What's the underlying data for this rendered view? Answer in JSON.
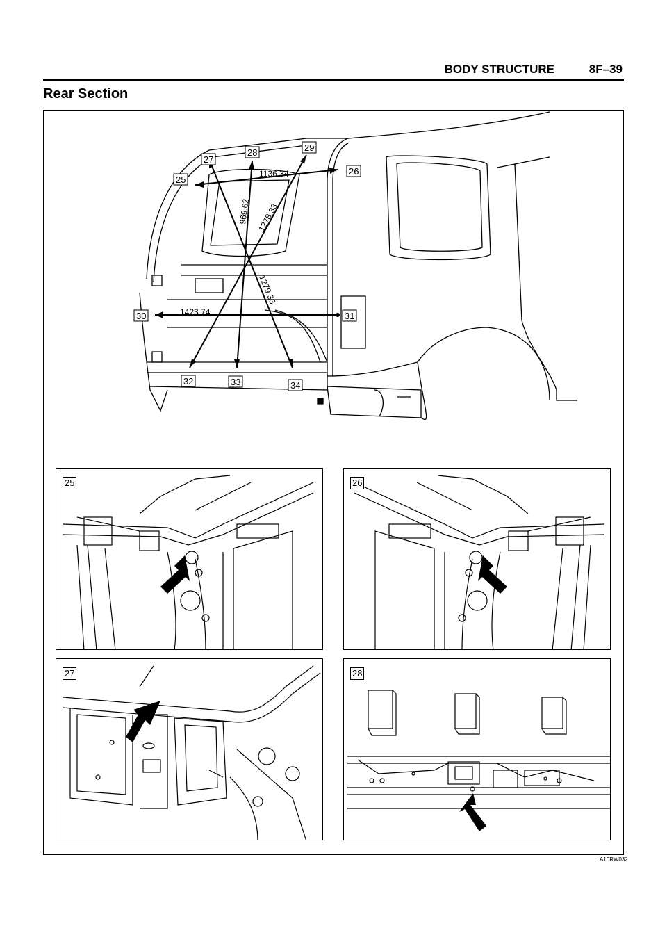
{
  "header": {
    "section": "BODY STRUCTURE",
    "page": "8F–39"
  },
  "title": "Rear Section",
  "main_figure": {
    "points": [
      "25",
      "26",
      "27",
      "28",
      "29",
      "30",
      "31",
      "32",
      "33",
      "34"
    ],
    "dimensions": {
      "d_25_26": "1136.34",
      "d_27_33": "969.62",
      "d_29_32": "1278.33",
      "d_27_34": "1279.33",
      "d_30_31": "1423.74"
    }
  },
  "detail_panels": [
    {
      "label": "25"
    },
    {
      "label": "26"
    },
    {
      "label": "27"
    },
    {
      "label": "28"
    }
  ],
  "figure_ref": "A10RW032"
}
